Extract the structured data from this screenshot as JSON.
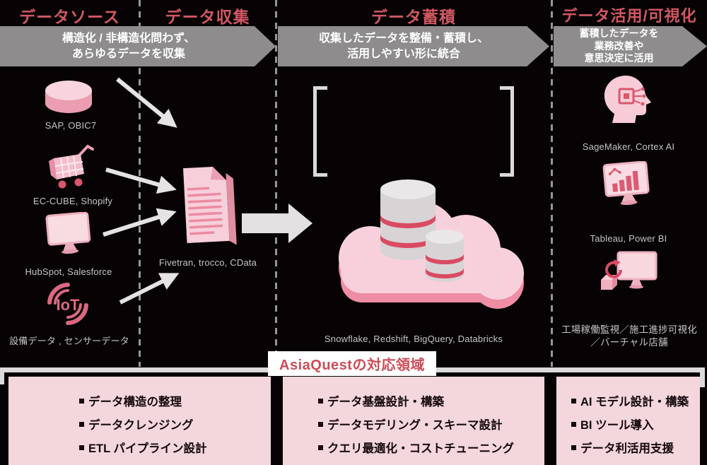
{
  "colors": {
    "background": "#070304",
    "accent_red": "#d15863",
    "banner_gray": "#8e8c8d",
    "panel_pink": "#f3d7dd",
    "icon_pink": "#f2b9c8",
    "db_stripe_red": "#d94b63",
    "label_gray": "#c6c4c5",
    "badge_text_red": "#cf4a56"
  },
  "columns": [
    {
      "title": "データソース"
    },
    {
      "title": "データ収集"
    },
    {
      "title": "データ蓄積"
    },
    {
      "title": "データ活用/可視化"
    }
  ],
  "banners": [
    {
      "line1": "構造化 / 非構造化問わず、",
      "line2": "あらゆるデータを収集"
    },
    {
      "line1": "収集したデータを整備・蓄積し、",
      "line2": "活用しやすい形に統合"
    },
    {
      "line1": "蓄積したデータを",
      "line2": "業務改善や",
      "line3": "意思決定に活用"
    }
  ],
  "sources": [
    {
      "icon": "database-icon",
      "label": "SAP, OBIC7"
    },
    {
      "icon": "shopping-cart-icon",
      "label": "EC-CUBE, Shopify"
    },
    {
      "icon": "monitor-icon",
      "label": "HubSpot, Salesforce"
    },
    {
      "icon": "iot-icon",
      "label": "設備データ , センサーデータ"
    }
  ],
  "collection": {
    "icon": "document-icon",
    "label": "Fivetran, trocco, CData"
  },
  "storage": {
    "icon": "cloud-database-icon",
    "label": "Snowflake, Redshift, BigQuery, Databricks"
  },
  "utilization": [
    {
      "icon": "ai-head-icon",
      "label": "SageMaker, Cortex AI"
    },
    {
      "icon": "bi-chart-icon",
      "label": "Tableau, Power BI"
    },
    {
      "icon": "digital-twin-icon",
      "label_line1": "工場稼働監視／施工進捗可視化",
      "label_line2": "／バーチャル店舗"
    }
  ],
  "iot_glyph": "IoT",
  "bottom": {
    "badge": "AsiaQuestの対応領域",
    "boxes": [
      {
        "items": [
          "データ構造の整理",
          "データクレンジング",
          "ETL パイプライン設計"
        ]
      },
      {
        "items": [
          "データ基盤設計・構築",
          "データモデリング・スキーマ設計",
          "クエリ最適化・コストチューニング"
        ]
      },
      {
        "items": [
          "AI モデル設計・構築",
          "BI ツール導入",
          "データ利活用支援"
        ]
      }
    ]
  }
}
